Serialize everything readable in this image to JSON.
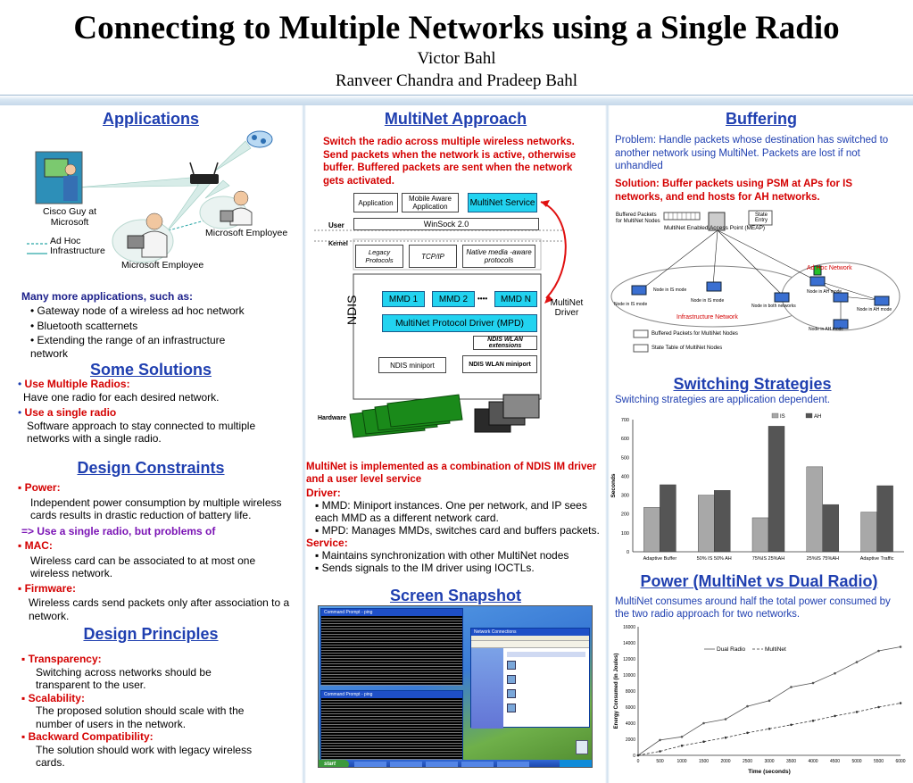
{
  "header": {
    "title": "Connecting to Multiple Networks using a Single Radio",
    "author_line1": "Victor Bahl",
    "author_line2": "Ranveer Chandra and Pradeep Bahl"
  },
  "applications": {
    "heading": "Applications",
    "labels": {
      "cisco_guy": "Cisco Guy at Microsoft",
      "ms_employee_1": "Microsoft Employee",
      "ms_employee_2": "Microsoft Employee",
      "adhoc": "Ad Hoc",
      "infrastructure": "Infrastructure"
    },
    "more_heading": "Many more applications, such as:",
    "more_items": [
      "• Gateway node of a wireless ad hoc network",
      "• Bluetooth scatternets",
      "• Extending the range of an infrastructure network"
    ]
  },
  "solutions": {
    "heading": "Some Solutions",
    "item1_title": "Use Multiple Radios:",
    "item1_text": "Have one radio for each desired network.",
    "item2_title": "Use a single radio",
    "item2_text": "Software approach to stay connected to multiple networks with a single radio."
  },
  "constraints": {
    "heading": "Design Constraints",
    "power_title": "Power:",
    "power_text": "Independent power consumption by multiple wireless cards results in drastic reduction of battery life.",
    "single_radio_note": "=> Use a single radio, but problems of",
    "mac_title": "MAC:",
    "mac_text": "Wireless card can be associated to at most one wireless network.",
    "firmware_title": "Firmware:",
    "firmware_text": "Wireless cards send packets only after association to a network."
  },
  "principles": {
    "heading": "Design Principles",
    "items": [
      {
        "title": "Transparency:",
        "text": "Switching across networks should be transparent to the user."
      },
      {
        "title": "Scalability:",
        "text": "The proposed solution should scale with the number of users in the network."
      },
      {
        "title": "Backward Compatibility:",
        "text": "The solution should work with legacy wireless cards."
      }
    ]
  },
  "approach": {
    "heading": "MultiNet Approach",
    "intro": "Switch the radio across multiple wireless networks. Send packets when the network is active, otherwise buffer.  Buffered packets are sent when the network gets activated.",
    "diagram": {
      "application": "Application",
      "mobile_aware": "Mobile Aware Application",
      "multinet_service": "MultiNet Service",
      "user": "User",
      "winsock": "WinSock 2.0",
      "kernel": "Kernel",
      "legacy": "Legacy Protocols",
      "tcpip": "TCP/IP",
      "native_media": "Native media -aware protocols",
      "mmd1": "MMD 1",
      "mmd2": "MMD 2",
      "dots": "••••",
      "mmdn": "MMD N",
      "mpd": "MultiNet Protocol Driver (MPD)",
      "multinet_driver": "MultiNet Driver",
      "ndis": "NDIS",
      "wlan_ext": "NDIS WLAN extensions",
      "ndis_miniport": "NDIS miniport",
      "wlan_miniport": "NDIS WLAN miniport",
      "hardware": "Hardware"
    },
    "impl_heading": "MultiNet is implemented as a combination of NDIS IM driver and a user level service",
    "driver_heading": "Driver:",
    "driver_items": [
      "MMD: Miniport instances. One per network, and IP sees each MMD as a different network card.",
      "MPD: Manages MMDs, switches card and buffers packets."
    ],
    "service_heading": "Service:",
    "service_items": [
      "Maintains synchronization with other MultiNet nodes",
      "Sends signals to the IM driver using IOCTLs."
    ]
  },
  "snapshot": {
    "heading": "Screen Snapshot",
    "window1_title": "Command Prompt - ping",
    "window2_title": "Command Prompt - ping",
    "net_window_title": "Network Connections",
    "taskbar_start": "start"
  },
  "buffering": {
    "heading": "Buffering",
    "problem": "Problem: Handle packets whose destination has switched to another network using MultiNet.  Packets are lost if not unhandled",
    "solution": "Solution: Buffer packets using PSM at APs for IS networks, and end hosts for AH networks.",
    "diagram": {
      "buffered_label": "Buffered Packets for MultiNet Nodes",
      "state_entry": "State Entry",
      "meap": "MultiNet Enabled Access Point (MEAP)",
      "adhoc_network": "Ad Hoc Network",
      "infra_network": "Infrastructure Network",
      "node_is_1": "Node in IS mode",
      "node_is_2": "Node in IS mode",
      "node_is_3": "Node in IS mode",
      "node_both": "Node in both networks",
      "node_ah_1": "Node in AH mode",
      "node_ah_2": "Node in AH mode",
      "node_ah_3": "Node in AH mode",
      "legend_buffered": "Buffered Packets for MultiNet Nodes",
      "legend_state": "State Table of MultiNet Nodes"
    }
  },
  "switching": {
    "heading": "Switching Strategies",
    "subtitle": "Switching strategies are application dependent."
  },
  "power": {
    "heading": "Power (MultiNet vs Dual Radio)",
    "subtitle": "MultiNet consumes around half the total power consumed by the two radio approach for two networks."
  },
  "chart_data": [
    {
      "type": "bar",
      "categories": [
        "Adaptive Buffer",
        "50% IS 50% AH",
        "75%IS 25%AH",
        "25%IS 75%AH",
        "Adaptive Traffic"
      ],
      "series": [
        {
          "name": "IS",
          "values": [
            235,
            300,
            180,
            450,
            210
          ],
          "color": "#a8a8a8"
        },
        {
          "name": "AH",
          "values": [
            355,
            325,
            665,
            250,
            350
          ],
          "color": "#555555"
        }
      ],
      "ylabel": "Seconds",
      "ylim": [
        0,
        700
      ],
      "yticks": [
        "0",
        "100",
        "200",
        "300",
        "400",
        "500",
        "600",
        "700"
      ],
      "legend": "top-center",
      "grid": false
    },
    {
      "type": "line",
      "x": [
        0,
        500,
        1000,
        1500,
        2000,
        2500,
        3000,
        3500,
        4000,
        4500,
        5000,
        5500,
        6000
      ],
      "series": [
        {
          "name": "Dual Radio",
          "values": [
            0,
            1900,
            2300,
            4000,
            4500,
            6100,
            6800,
            8500,
            9000,
            10200,
            11600,
            13000,
            13500
          ]
        },
        {
          "name": "MultiNet",
          "values": [
            0,
            500,
            1200,
            1700,
            2200,
            2800,
            3300,
            3800,
            4300,
            4900,
            5400,
            6000,
            6500
          ]
        }
      ],
      "xlabel": "Time (seconds)",
      "ylabel": "Energy Consumed (in Joules)",
      "xlim": [
        0,
        6000
      ],
      "ylim": [
        0,
        16000
      ],
      "xticks": [
        "0",
        "500",
        "1000",
        "1500",
        "2000",
        "2500",
        "3000",
        "3500",
        "4000",
        "4500",
        "5000",
        "5500",
        "6000"
      ],
      "yticks": [
        "0",
        "2000",
        "4000",
        "6000",
        "8000",
        "10000",
        "12000",
        "14000",
        "16000"
      ],
      "legend": "top-center",
      "grid": false
    }
  ]
}
